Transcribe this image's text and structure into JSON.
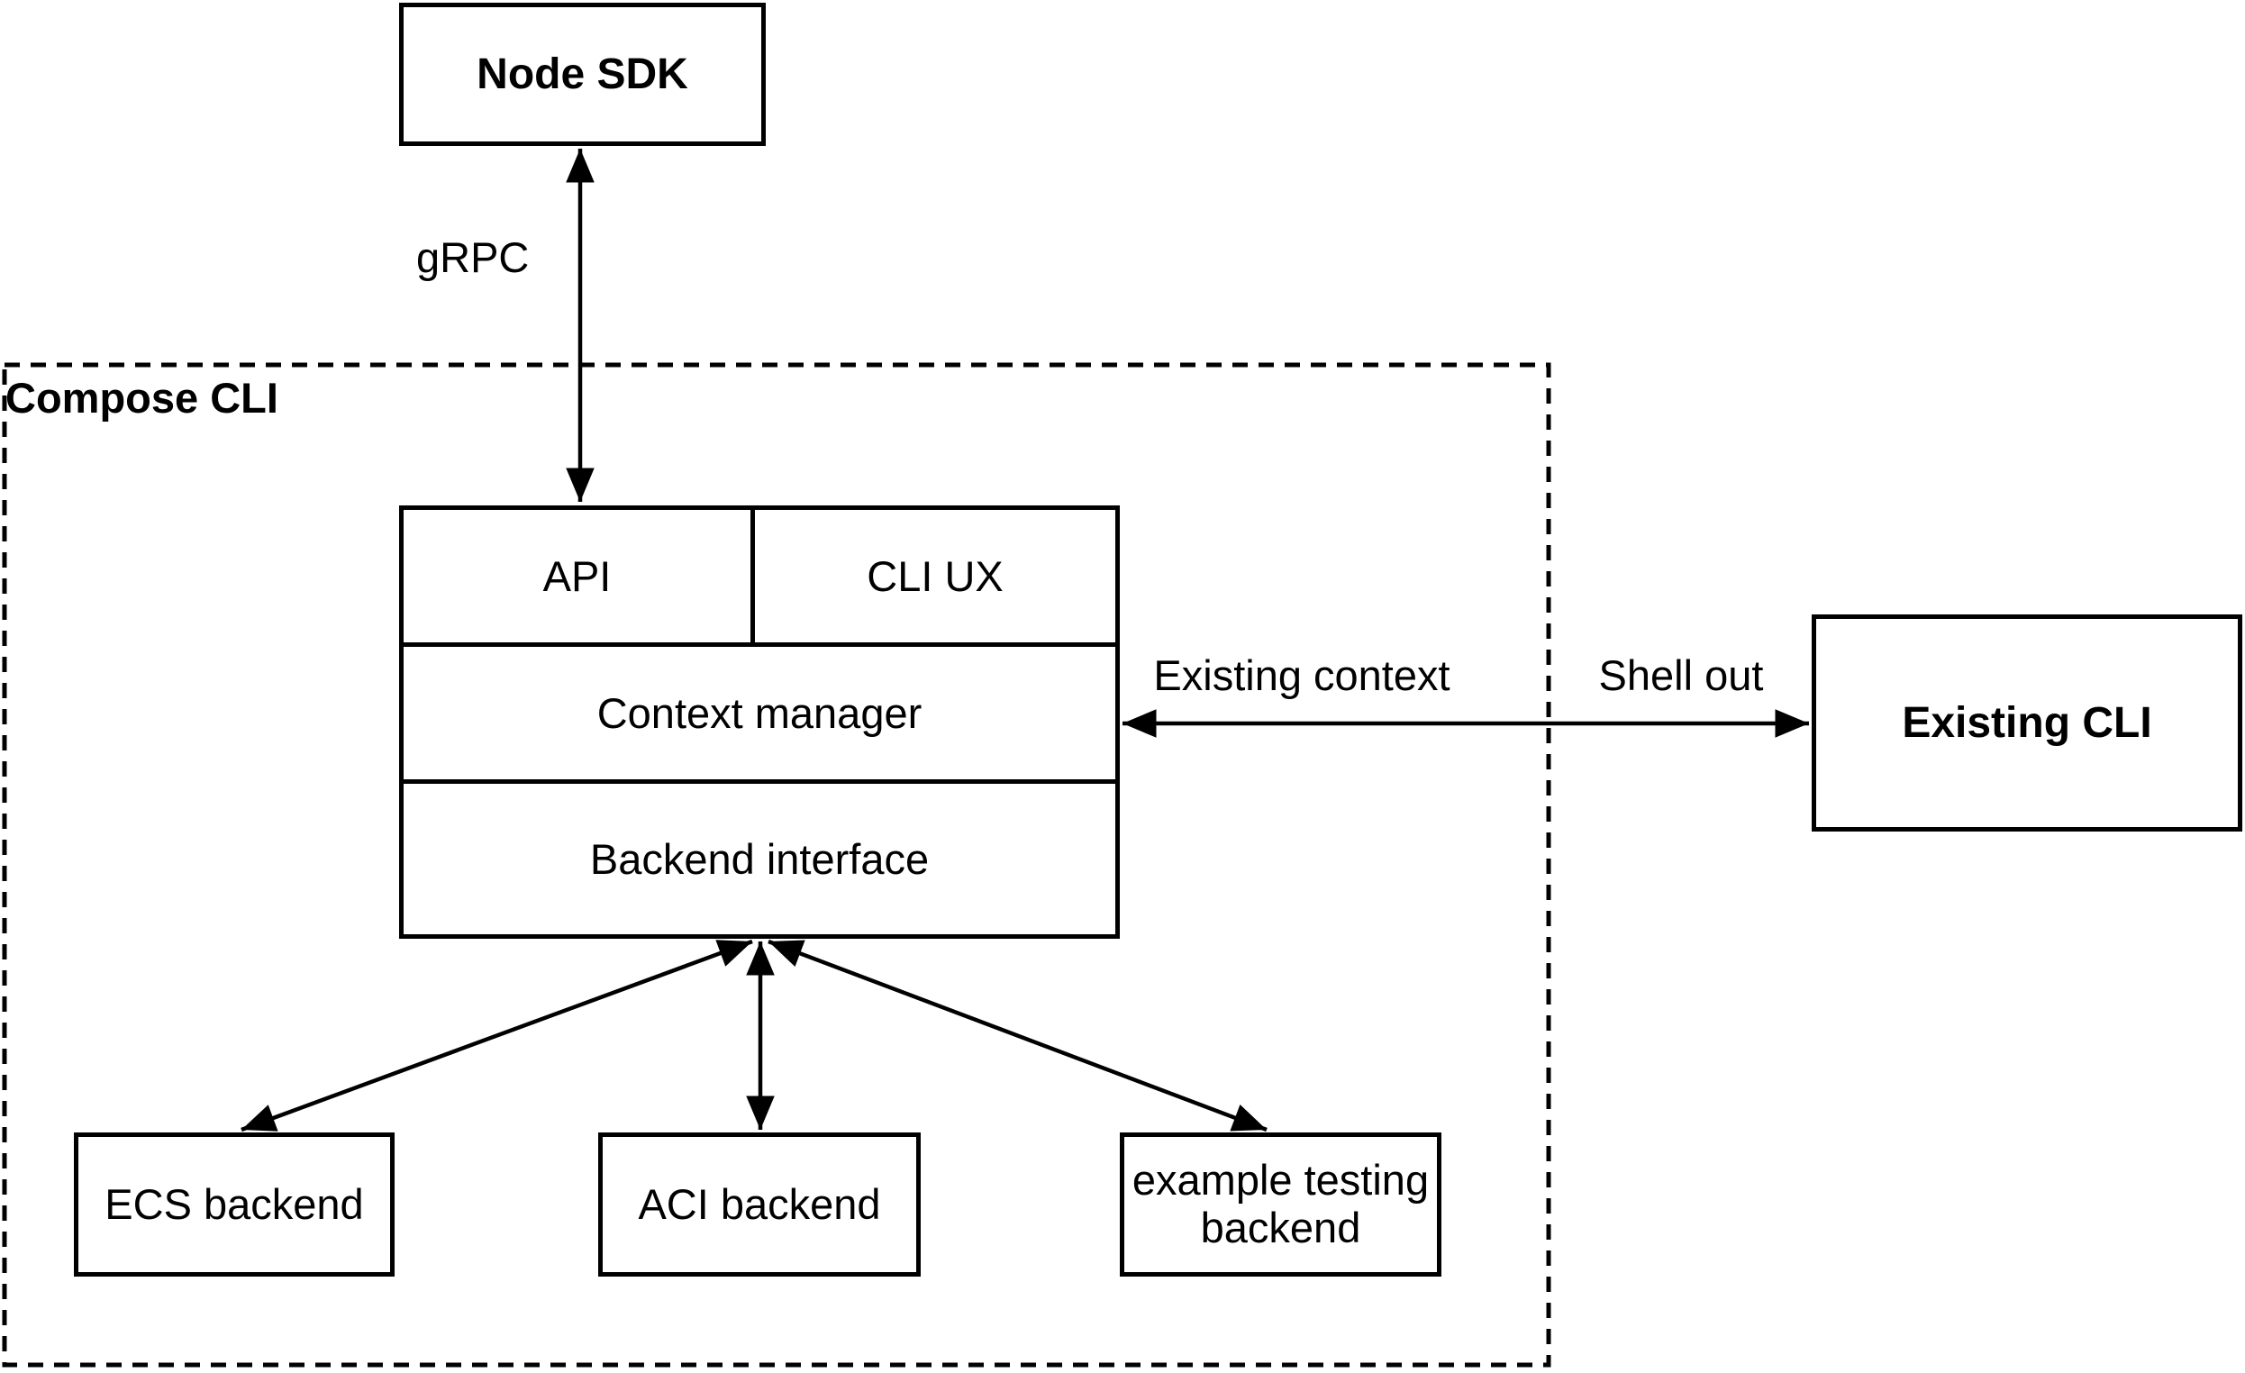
{
  "diagram": {
    "container_label": "Compose CLI",
    "nodes": {
      "node_sdk": {
        "label": "Node SDK"
      },
      "api": {
        "label": "API"
      },
      "cli_ux": {
        "label": "CLI UX"
      },
      "context_manager": {
        "label": "Context manager"
      },
      "backend_interface": {
        "label": "Backend interface"
      },
      "existing_cli": {
        "label": "Existing CLI"
      },
      "ecs_backend": {
        "label": "ECS backend"
      },
      "aci_backend": {
        "label": "ACI backend"
      },
      "example_testing_backend": {
        "label": "example testing backend"
      }
    },
    "edge_labels": {
      "grpc": "gRPC",
      "existing_context": "Existing context",
      "shell_out": "Shell out"
    },
    "colors": {
      "ink": "#000000",
      "background": "#ffffff"
    }
  }
}
